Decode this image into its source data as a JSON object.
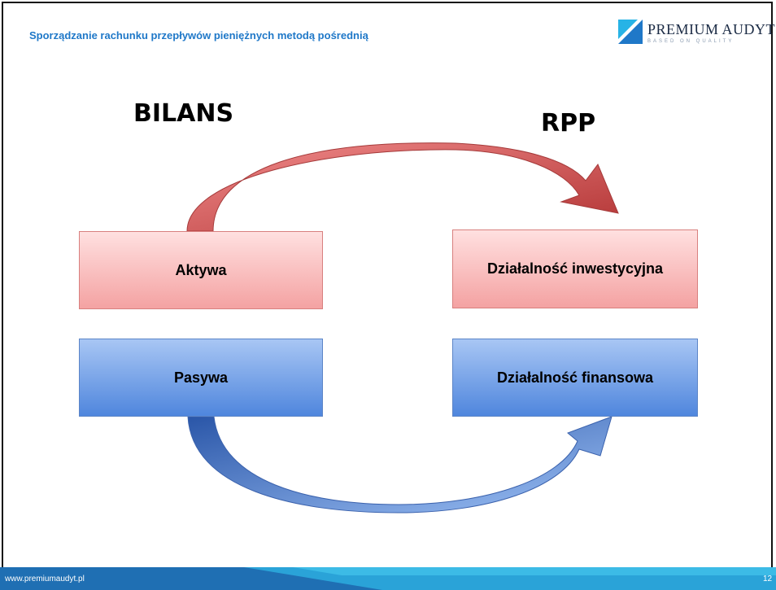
{
  "header": {
    "title": "Sporządzanie rachunku przepływów pieniężnych metodą pośrednią"
  },
  "logo": {
    "name": "PREMIUM AUDYT",
    "tagline": "BASED ON QUALITY"
  },
  "diagram": {
    "left_heading": "BILANS",
    "right_heading": "RPP",
    "boxes": {
      "aktywa": "Aktywa",
      "pasywa": "Pasywa",
      "inwestycyjna": "Działalność inwestycyjna",
      "finansowa": "Działalność finansowa"
    },
    "colors": {
      "red_box": "#f4a2a2",
      "blue_box": "#4f86dd",
      "red_arrow": "#c8494a",
      "blue_arrow": "#3d6cc4"
    }
  },
  "footer": {
    "url": "www.premiumaudyt.pl",
    "page": "12"
  }
}
